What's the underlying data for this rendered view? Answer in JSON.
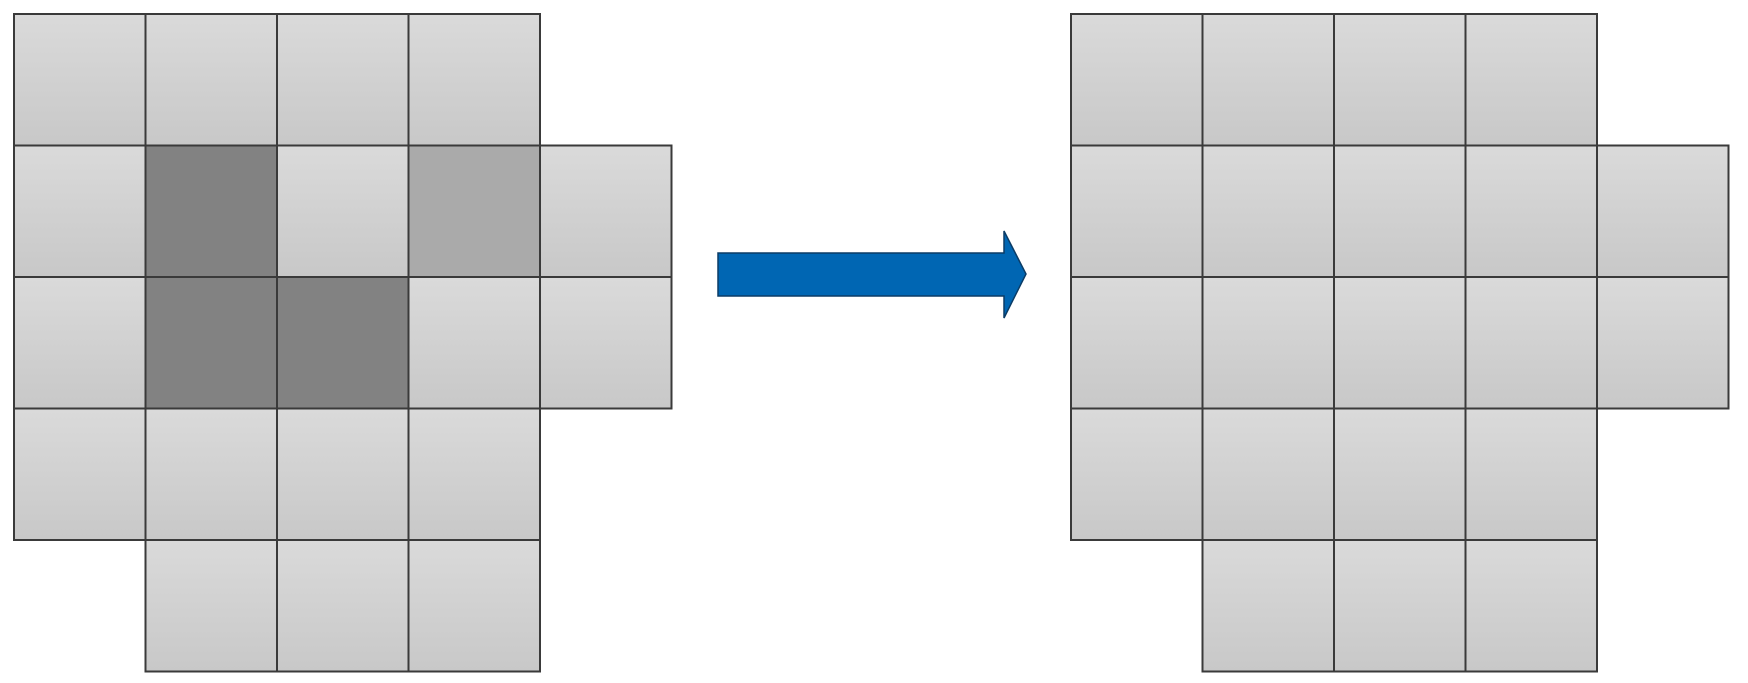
{
  "colors": {
    "background": "#ffffff",
    "cell_light_top": "#dadada",
    "cell_light_bottom": "#c8c8c8",
    "cell_dark": "#828282",
    "cell_medium": "#aaaaaa",
    "grid_line": "#3a3a3a",
    "arrow_fill": "#0066b3",
    "arrow_stroke": "#0b3c66"
  },
  "left_grid": {
    "rows": [
      [
        "light",
        "light",
        "light",
        "light",
        null
      ],
      [
        "light",
        "dark",
        "light",
        "medium",
        "light"
      ],
      [
        "light",
        "dark",
        "dark",
        "light",
        "light"
      ],
      [
        "light",
        "light",
        "light",
        "light",
        null
      ],
      [
        null,
        "light",
        "light",
        "light",
        null
      ]
    ]
  },
  "right_grid": {
    "rows": [
      [
        "light",
        "light",
        "light",
        "light",
        null
      ],
      [
        "light",
        "light",
        "light",
        "light",
        "light"
      ],
      [
        "light",
        "light",
        "light",
        "light",
        "light"
      ],
      [
        "light",
        "light",
        "light",
        "light",
        null
      ],
      [
        null,
        "light",
        "light",
        "light",
        null
      ]
    ]
  },
  "arrow": {
    "direction": "right",
    "icon": "right-arrow-icon"
  }
}
